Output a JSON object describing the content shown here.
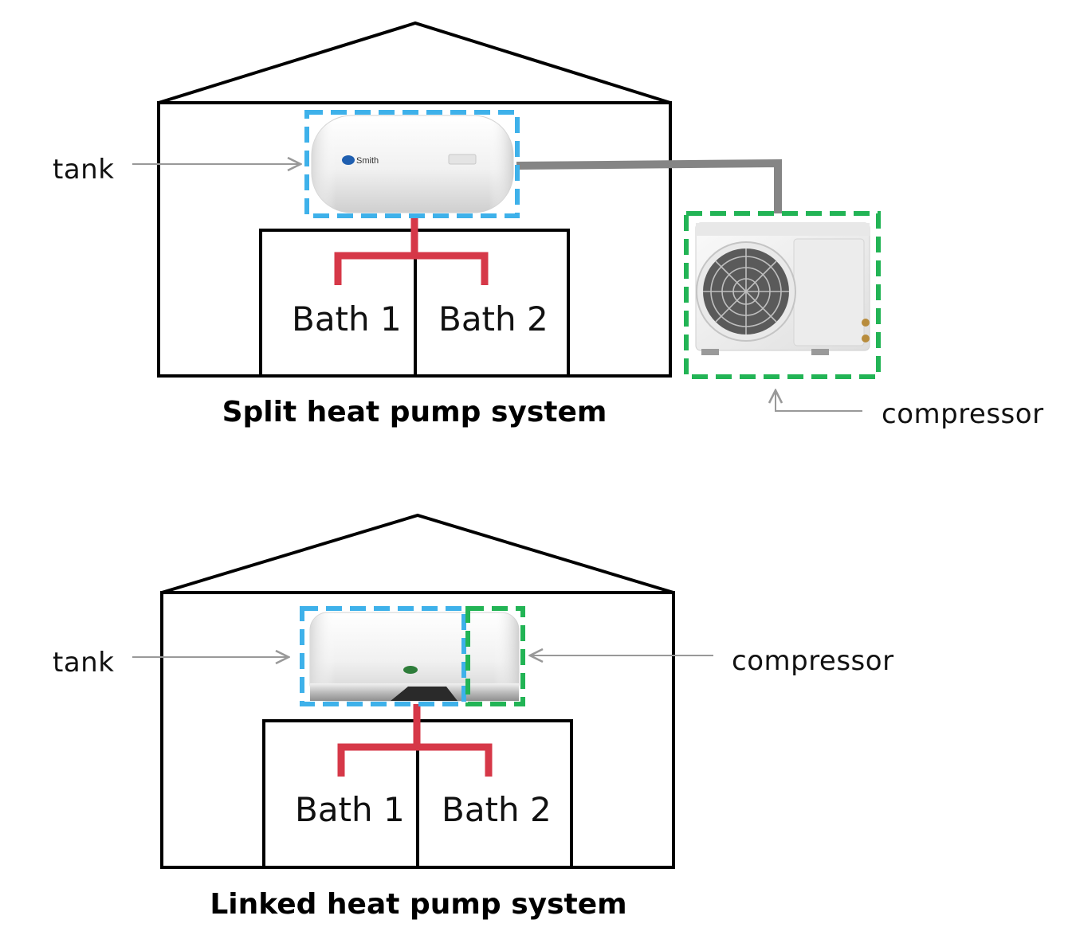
{
  "colors": {
    "tank_outline": "#3eb1ea",
    "compressor_outline": "#22b455",
    "hot_pipe": "#d63848",
    "refrigerant_pipe": "#858585",
    "arrow": "#999999",
    "house_line": "#000000"
  },
  "split": {
    "title": "Split heat pump system",
    "tank_label": "tank",
    "compressor_label": "compressor",
    "bath1": "Bath 1",
    "bath2": "Bath 2",
    "brand_text": "Smith"
  },
  "linked": {
    "title": "Linked heat pump system",
    "tank_label": "tank",
    "compressor_label": "compressor",
    "bath1": "Bath 1",
    "bath2": "Bath 2"
  }
}
